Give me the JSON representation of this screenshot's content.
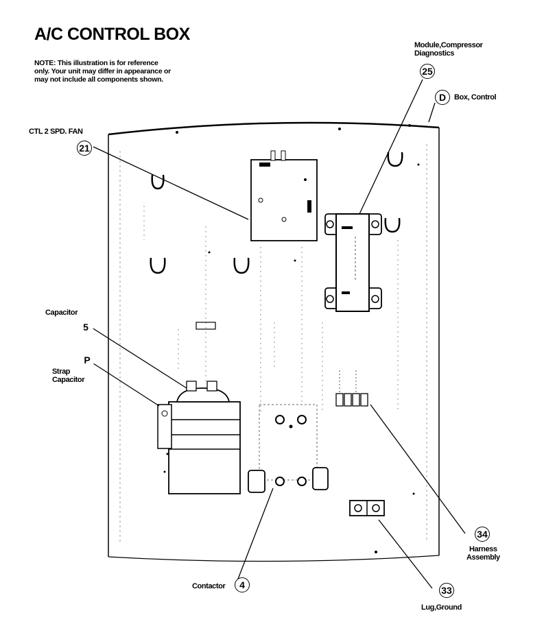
{
  "title": "A/C CONTROL BOX",
  "note": "NOTE: This illustration is for reference only. Your unit may differ in appearance or may not include all components shown.",
  "parts": {
    "module_compressor": {
      "number": "25",
      "label_line1": "Module,Compressor",
      "label_line2": "Diagnostics"
    },
    "box_control": {
      "number": "D",
      "label": "Box, Control"
    },
    "ctl_fan": {
      "number": "21",
      "label": "CTL 2 SPD. FAN"
    },
    "capacitor": {
      "number": "5",
      "label": "Capacitor"
    },
    "strap_capacitor": {
      "number": "P",
      "label_line1": "Strap",
      "label_line2": "Capacitor"
    },
    "contactor": {
      "number": "4",
      "label": "Contactor"
    },
    "harness_assembly": {
      "number": "34",
      "label_line1": "Harness",
      "label_line2": "Assembly"
    },
    "lug_ground": {
      "number": "33",
      "label": "Lug,Ground"
    }
  }
}
